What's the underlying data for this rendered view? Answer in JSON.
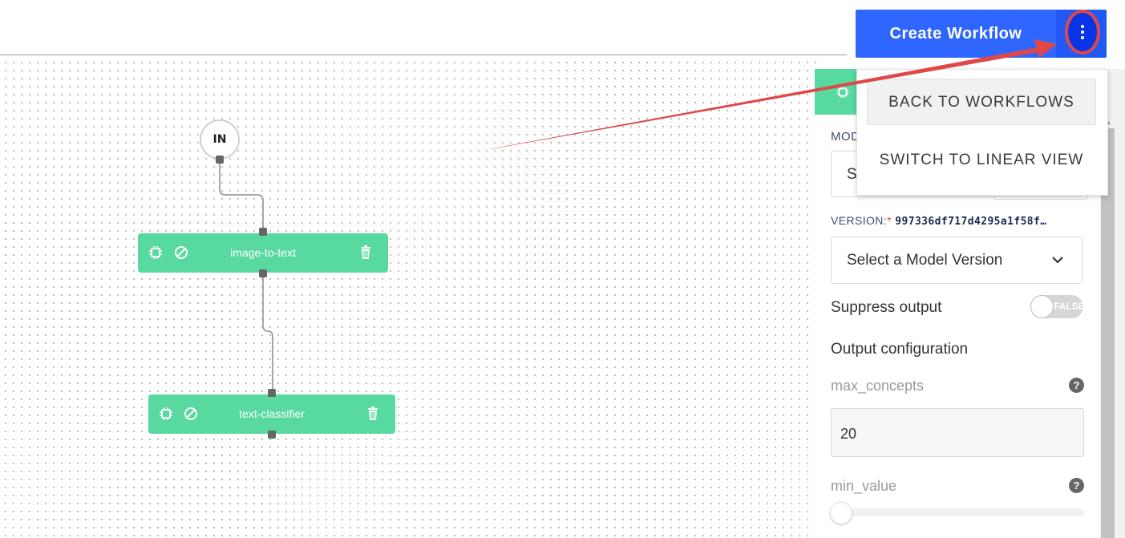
{
  "header": {
    "create_workflow_label": "Create Workflow"
  },
  "menu": {
    "items": [
      {
        "label": "BACK TO WORKFLOWS",
        "active": true
      },
      {
        "label": "SWITCH TO LINEAR VIEW",
        "active": false
      }
    ]
  },
  "graph": {
    "input_node_label": "IN",
    "nodes": [
      {
        "label": "image-to-text"
      },
      {
        "label": "text-classifier"
      }
    ]
  },
  "panel": {
    "model_label_partial": "MOD",
    "model_select_value_partial": "S",
    "version_label": "VERSION:",
    "version_required_mark": "*",
    "version_hash": "997336df717d4295a1f58f…",
    "version_select_placeholder": "Select a Model Version",
    "suppress_output_label": "Suppress output",
    "suppress_output_value": "FALSE",
    "output_config_title": "Output configuration",
    "max_concepts_label": "max_concepts",
    "max_concepts_value": "20",
    "min_value_label": "min_value",
    "help_glyph": "?",
    "min_value_slider": 0
  },
  "colors": {
    "primary_blue": "#2e66ff",
    "node_green": "#57d9a0",
    "annotation_red": "#e04848"
  }
}
